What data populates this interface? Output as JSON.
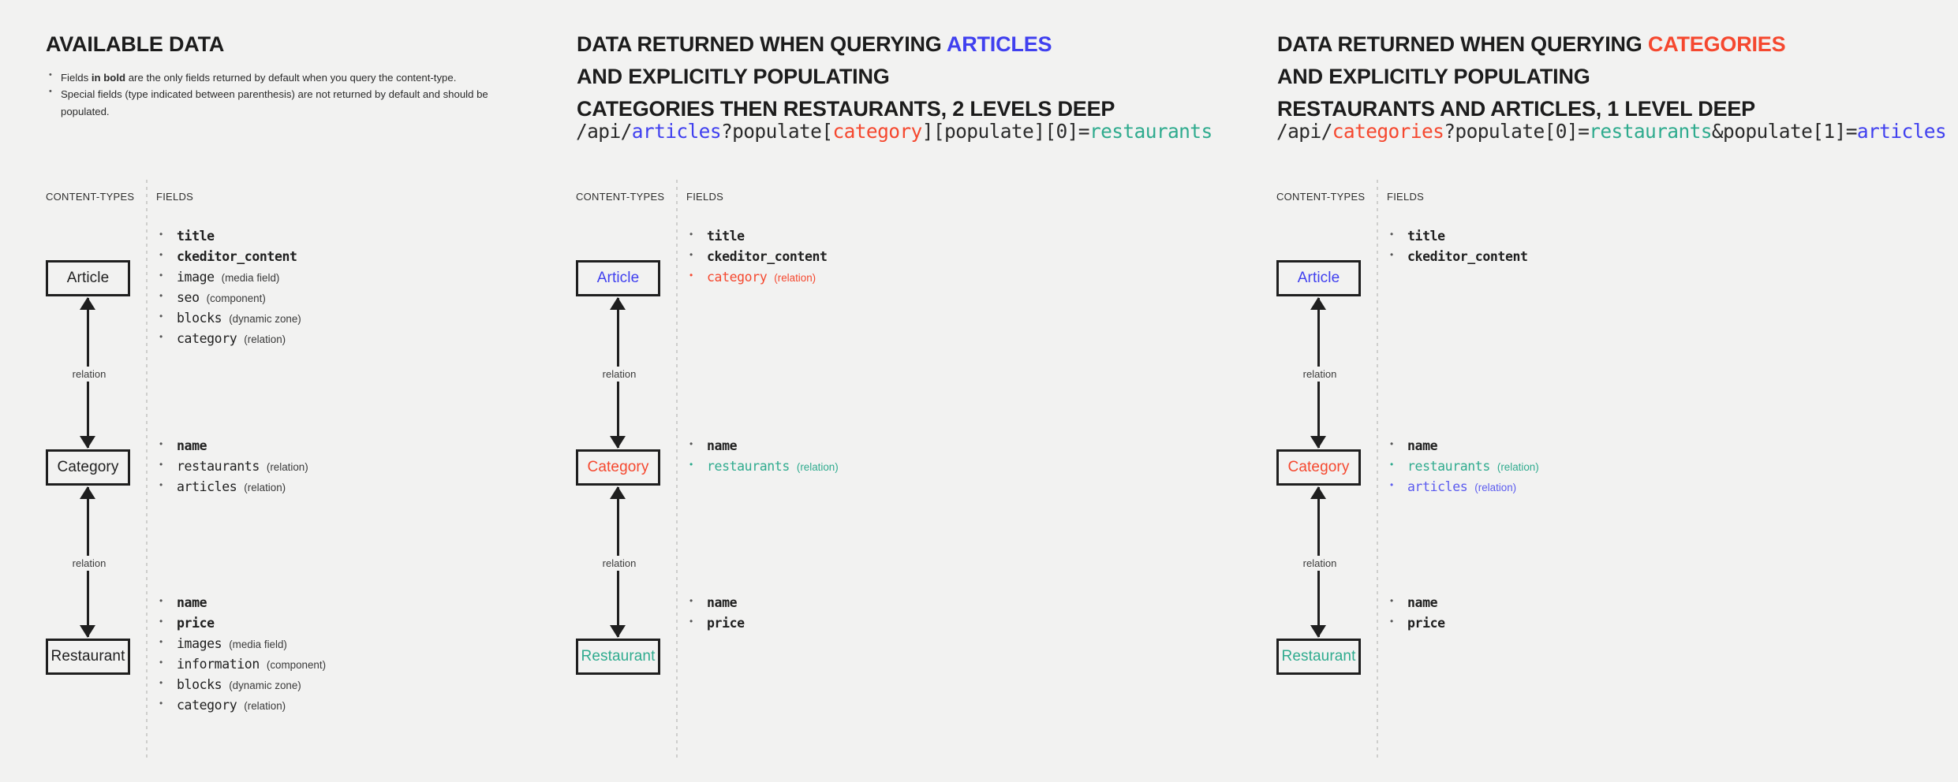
{
  "colors": {
    "background": "#f2f2f1",
    "text": "#1f1f1f",
    "articles_blue": "#4040ef",
    "categories_red": "#f5482f",
    "restaurants_green": "#2fab8e"
  },
  "panels": [
    {
      "id": "panel-0",
      "title_segments": [
        {
          "text": "AVAILABLE DATA",
          "tone": "default"
        }
      ],
      "intro_bullets": [
        "Fields in bold are the only fields returned by default when you query the content-type.",
        "Special fields (type indicated between parenthesis) are not returned by default and should be populated."
      ],
      "column_labels": {
        "content_types": "CONTENT-TYPES",
        "fields": "FIELDS"
      },
      "relation_labels": [
        "relation",
        "relation"
      ],
      "entities": [
        {
          "name": "Article",
          "tone": "default"
        },
        {
          "name": "Category",
          "tone": "default"
        },
        {
          "name": "Restaurant",
          "tone": "default"
        }
      ],
      "field_groups": [
        {
          "entity": "Article",
          "fields": [
            {
              "name": "title",
              "type": "",
              "bold": true,
              "tone": "default"
            },
            {
              "name": "ckeditor_content",
              "type": "",
              "bold": true,
              "tone": "default"
            },
            {
              "name": "image",
              "type": "(media field)",
              "bold": false,
              "tone": "default"
            },
            {
              "name": "seo",
              "type": "(component)",
              "bold": false,
              "tone": "default"
            },
            {
              "name": "blocks",
              "type": "(dynamic zone)",
              "bold": false,
              "tone": "default"
            },
            {
              "name": "category",
              "type": "(relation)",
              "bold": false,
              "tone": "default"
            }
          ]
        },
        {
          "entity": "Category",
          "fields": [
            {
              "name": "name",
              "type": "",
              "bold": true,
              "tone": "default"
            },
            {
              "name": "restaurants",
              "type": "(relation)",
              "bold": false,
              "tone": "default"
            },
            {
              "name": "articles",
              "type": "(relation)",
              "bold": false,
              "tone": "default"
            }
          ]
        },
        {
          "entity": "Restaurant",
          "fields": [
            {
              "name": "name",
              "type": "",
              "bold": true,
              "tone": "default"
            },
            {
              "name": "price",
              "type": "",
              "bold": true,
              "tone": "default"
            },
            {
              "name": "images",
              "type": "(media field)",
              "bold": false,
              "tone": "default"
            },
            {
              "name": "information",
              "type": "(component)",
              "bold": false,
              "tone": "default"
            },
            {
              "name": "blocks",
              "type": "(dynamic zone)",
              "bold": false,
              "tone": "default"
            },
            {
              "name": "category",
              "type": "(relation)",
              "bold": false,
              "tone": "default"
            }
          ]
        }
      ]
    },
    {
      "id": "panel-1",
      "title_segments": [
        {
          "text": "DATA RETURNED WHEN QUERYING ",
          "tone": "default"
        },
        {
          "text": "ARTICLES",
          "tone": "blue"
        },
        {
          "text": "<br>AND EXPLICITLY POPULATING<br>CATEGORIES THEN RESTAURANTS, 2 LEVELS DEEP",
          "tone": "default"
        }
      ],
      "api_url_segments": [
        {
          "text": "/api/",
          "tone": "default"
        },
        {
          "text": "articles",
          "tone": "blue"
        },
        {
          "text": "?populate[",
          "tone": "default"
        },
        {
          "text": "category",
          "tone": "red"
        },
        {
          "text": "][populate][0]=",
          "tone": "default"
        },
        {
          "text": "restaurants",
          "tone": "green"
        }
      ],
      "column_labels": {
        "content_types": "CONTENT-TYPES",
        "fields": "FIELDS"
      },
      "relation_labels": [
        "relation",
        "relation"
      ],
      "entities": [
        {
          "name": "Article",
          "tone": "blue"
        },
        {
          "name": "Category",
          "tone": "red"
        },
        {
          "name": "Restaurant",
          "tone": "green"
        }
      ],
      "field_groups": [
        {
          "entity": "Article",
          "fields": [
            {
              "name": "title",
              "type": "",
              "bold": true,
              "tone": "default"
            },
            {
              "name": "ckeditor_content",
              "type": "",
              "bold": true,
              "tone": "default"
            },
            {
              "name": "category",
              "type": "(relation)",
              "bold": false,
              "tone": "red"
            }
          ]
        },
        {
          "entity": "Category",
          "fields": [
            {
              "name": "name",
              "type": "",
              "bold": true,
              "tone": "default"
            },
            {
              "name": "restaurants",
              "type": "(relation)",
              "bold": false,
              "tone": "green"
            }
          ]
        },
        {
          "entity": "Restaurant",
          "fields": [
            {
              "name": "name",
              "type": "",
              "bold": true,
              "tone": "default"
            },
            {
              "name": "price",
              "type": "",
              "bold": true,
              "tone": "default"
            }
          ]
        }
      ]
    },
    {
      "id": "panel-2",
      "title_segments": [
        {
          "text": "DATA RETURNED WHEN QUERYING ",
          "tone": "default"
        },
        {
          "text": "CATEGORIES",
          "tone": "red"
        },
        {
          "text": "<br>AND EXPLICITLY POPULATING<br>RESTAURANTS AND ARTICLES, 1 LEVEL DEEP",
          "tone": "default"
        }
      ],
      "api_url_segments": [
        {
          "text": "/api/",
          "tone": "default"
        },
        {
          "text": "categories",
          "tone": "red"
        },
        {
          "text": "?populate[0]=",
          "tone": "default"
        },
        {
          "text": "restaurants",
          "tone": "green"
        },
        {
          "text": "&populate[1]=",
          "tone": "default"
        },
        {
          "text": "articles",
          "tone": "blue"
        }
      ],
      "column_labels": {
        "content_types": "CONTENT-TYPES",
        "fields": "FIELDS"
      },
      "relation_labels": [
        "relation",
        "relation"
      ],
      "entities": [
        {
          "name": "Article",
          "tone": "blue"
        },
        {
          "name": "Category",
          "tone": "red"
        },
        {
          "name": "Restaurant",
          "tone": "green"
        }
      ],
      "field_groups": [
        {
          "entity": "Article",
          "fields": [
            {
              "name": "title",
              "type": "",
              "bold": true,
              "tone": "default"
            },
            {
              "name": "ckeditor_content",
              "type": "",
              "bold": true,
              "tone": "default"
            }
          ]
        },
        {
          "entity": "Category",
          "fields": [
            {
              "name": "name",
              "type": "",
              "bold": true,
              "tone": "default"
            },
            {
              "name": "restaurants",
              "type": "(relation)",
              "bold": false,
              "tone": "green"
            },
            {
              "name": "articles",
              "type": "(relation)",
              "bold": false,
              "tone": "blue"
            }
          ]
        },
        {
          "entity": "Restaurant",
          "fields": [
            {
              "name": "name",
              "type": "",
              "bold": true,
              "tone": "default"
            },
            {
              "name": "price",
              "type": "",
              "bold": true,
              "tone": "default"
            }
          ]
        }
      ]
    }
  ]
}
